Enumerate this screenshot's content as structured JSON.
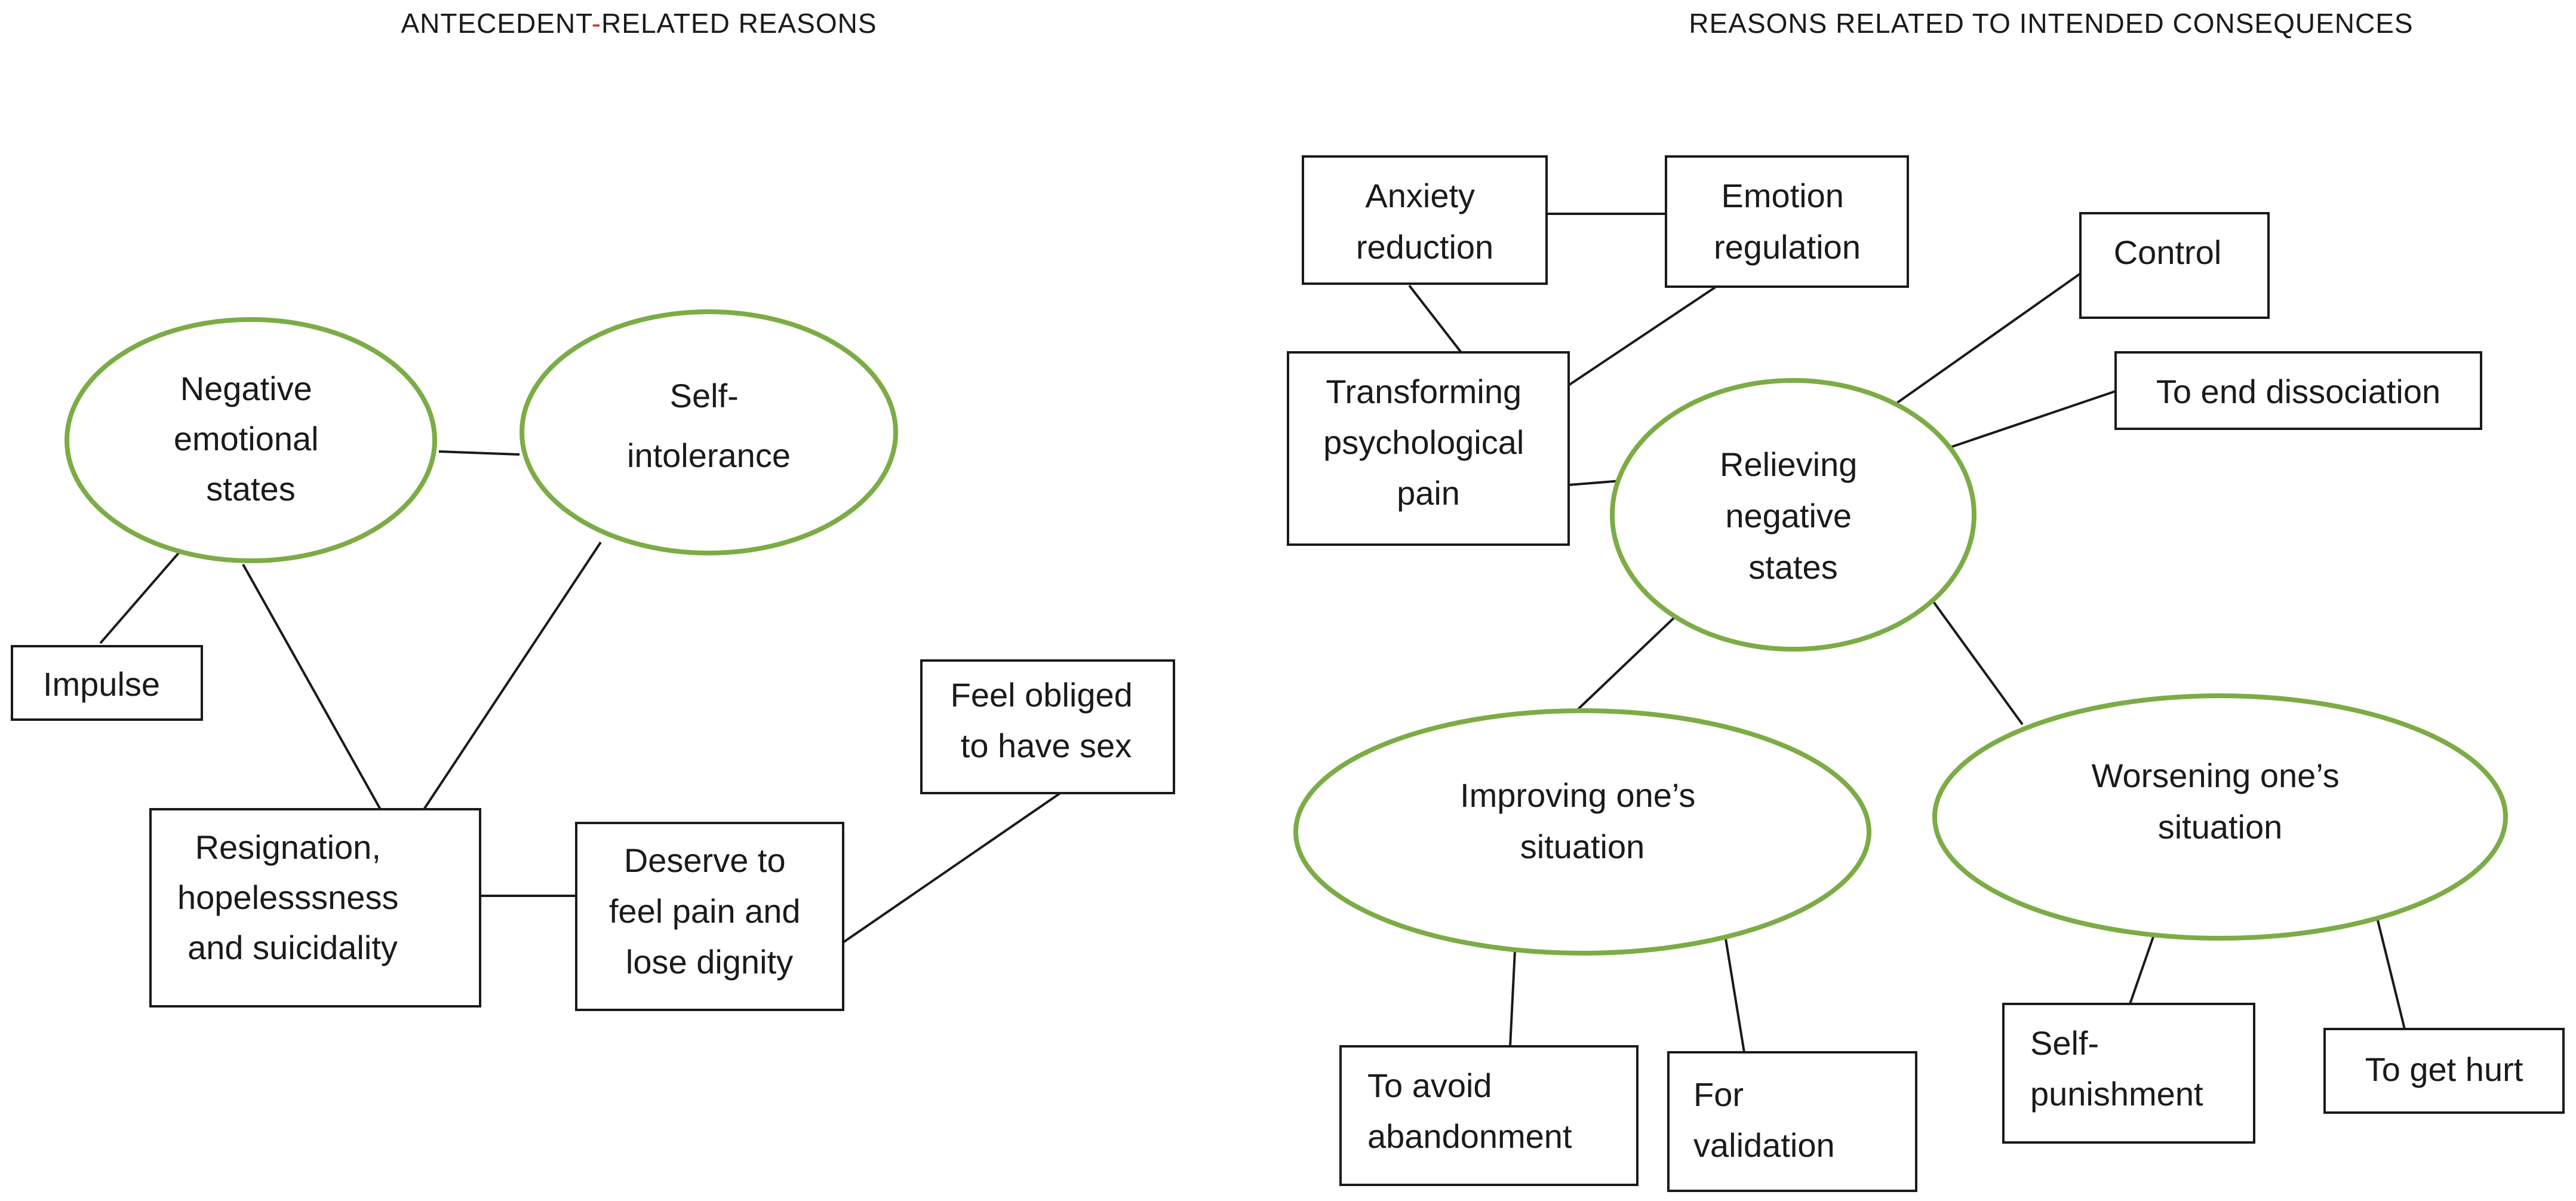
{
  "titles": {
    "left": {
      "part1": "ANTECEDENT",
      "dash": "-",
      "part2": "RELATED REASONS"
    },
    "right": "REASONS RELATED TO INTENDED CONSEQUENCES"
  },
  "colors": {
    "oval_stroke": "#7cac45",
    "box_stroke": "#1a1a1a",
    "title_dash": "#c0392b",
    "text": "#1a1a1a"
  },
  "left": {
    "negative_emotional_states": [
      "Negative",
      "emotional",
      "states"
    ],
    "self_intolerance": [
      "Self-",
      "intolerance"
    ],
    "impulse": [
      "Impulse"
    ],
    "resignation": [
      "Resignation,",
      "hopelesssness",
      "and suicidality"
    ],
    "deserve": [
      "Deserve to",
      "feel pain and",
      "lose dignity"
    ],
    "feel_obliged": [
      "Feel obliged",
      "to have sex"
    ]
  },
  "right": {
    "anxiety_reduction": [
      "Anxiety",
      "reduction"
    ],
    "emotion_regulation": [
      "Emotion",
      "regulation"
    ],
    "control": [
      "Control"
    ],
    "transforming": [
      "Transforming",
      "psychological",
      "pain"
    ],
    "to_end_dissociation": [
      "To end dissociation"
    ],
    "relieving": [
      "Relieving",
      "negative",
      "states"
    ],
    "improving": [
      "Improving one’s",
      "situation"
    ],
    "worsening": [
      "Worsening one’s",
      "situation"
    ],
    "to_avoid_abandonment": [
      "To avoid",
      "abandonment"
    ],
    "for_validation": [
      "For",
      "validation"
    ],
    "self_punishment": [
      "Self-",
      "punishment"
    ],
    "to_get_hurt": [
      "To get hurt"
    ]
  }
}
